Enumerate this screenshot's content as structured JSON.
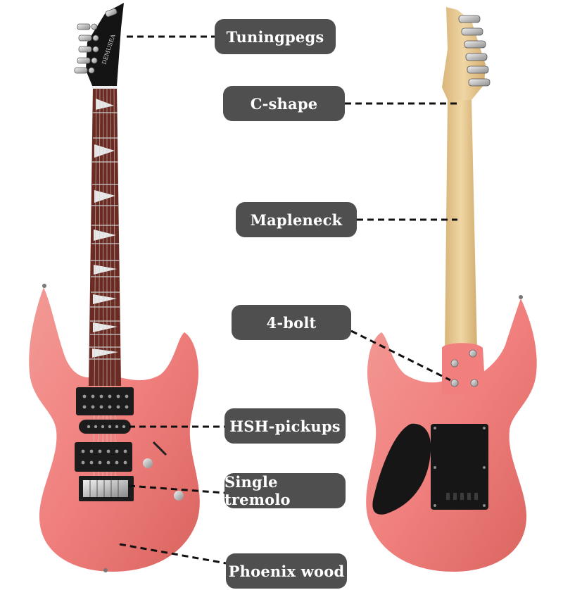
{
  "labels": {
    "tuning_pegs": "Tuningpegs",
    "c_shape": "C-shape",
    "maple_neck": "Mapleneck",
    "four_bolt": "4-bolt",
    "hsh_pickups": "HSH-pickups",
    "single_tremolo": "Single tremolo",
    "phoenix_wood": "Phoenix wood"
  },
  "headstock_logo": "DEMUSEA",
  "colors": {
    "label_bg": "#4f4f4f",
    "label_text": "#ffffff",
    "body": "#f07f7d",
    "body_shadow": "#d9645f",
    "fretboard": "#6b2b22",
    "neck_wood": "#e6c78f",
    "hardware": "#1c1c1c"
  }
}
